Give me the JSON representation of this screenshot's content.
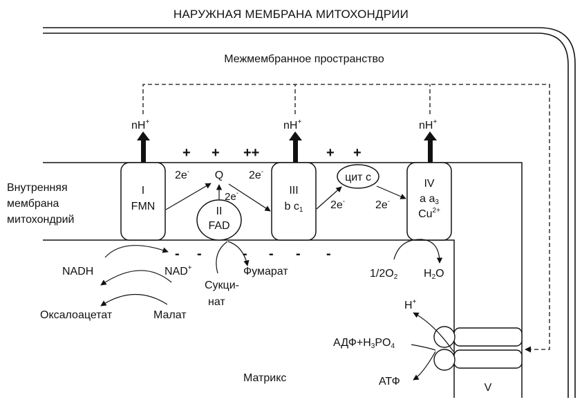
{
  "title": "НАРУЖНАЯ МЕМБРАНА МИТОХОНДРИИ",
  "intermembrane_space": "Межмембранное пространство",
  "inner_membrane": [
    "Внутренняя",
    "мембрана",
    "митохондрий"
  ],
  "matrix": "Матрикс",
  "proton_label": "nH",
  "proton_sup": "+",
  "complexes": {
    "c1": {
      "line1": "I",
      "line2": "FMN"
    },
    "c2": {
      "line1": "II",
      "line2": "FAD"
    },
    "c3": {
      "line1": "III",
      "line2": "b c",
      "line2_sub": "1"
    },
    "c4": {
      "line1": "IV",
      "line2": "a a",
      "line2_sub": "3",
      "line3": "Cu",
      "line3_sup": "2+"
    },
    "c5": {
      "label": "V"
    }
  },
  "carriers": {
    "q": "Q",
    "cyt_c": "цит с"
  },
  "electrons": {
    "label": "2e",
    "sup": "-"
  },
  "charges": {
    "plus_1": "+",
    "plus_2": "+",
    "plus_3": "++",
    "plus_4": "+",
    "plus_5": "+",
    "minus": "-"
  },
  "substrates": {
    "nadh": "NADH",
    "nad": "NAD",
    "nad_sup": "+",
    "oxaloacetate": "Оксалоацетат",
    "malate": "Малат",
    "succinate_1": "Сукци-",
    "succinate_2": "нат",
    "fumarate": "Фумарат",
    "oxygen": "1/2O",
    "oxygen_sub": "2",
    "water_h": "H",
    "water_sub": "2",
    "water_o": "O",
    "h_plus": "H",
    "h_plus_sup": "+",
    "adp": "АДФ+H",
    "adp_sub1": "3",
    "adp_po": "PO",
    "adp_sub2": "4",
    "atp": "АТФ"
  }
}
